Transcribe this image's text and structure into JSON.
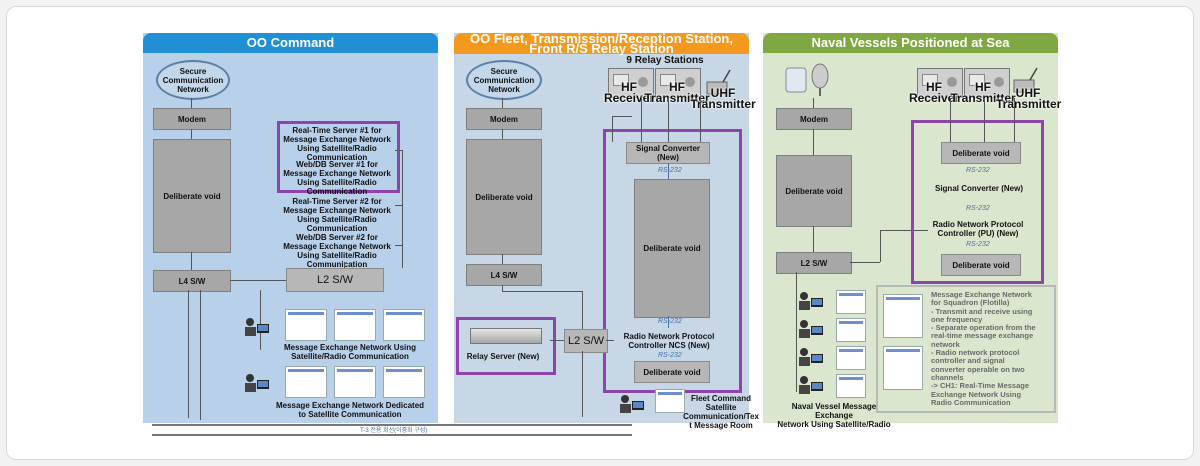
{
  "panels": [
    {
      "title": "OO Command",
      "color": "#1f8fd6"
    },
    {
      "title_line1": "OO Fleet, Transmission/Reception Station,",
      "title_line2": "Front R/S Relay Station",
      "color": "#f39a1e"
    },
    {
      "title": "Naval Vessels Positioned at Sea",
      "color": "#7fa843"
    }
  ],
  "command": {
    "cloud": [
      "Secure",
      "Communication",
      "Network"
    ],
    "modem": "Modem",
    "void": "Deliberate void",
    "l4": "L4 S/W",
    "l2": "L2 S/W",
    "servers": [
      {
        "line1": "Real-Time Server #1 for",
        "line2": "Message Exchange Network",
        "line3": "Using Satellite/Radio",
        "line4": "Communication"
      },
      {
        "line1": "Web/DB Server #1 for",
        "line2": "Message Exchange Network",
        "line3": "Using Satellite/Radio",
        "line4": "Communication"
      },
      {
        "line1": "Real-Time Server #2 for",
        "line2": "Message Exchange Network",
        "line3": "Using Satellite/Radio",
        "line4": "Communication"
      },
      {
        "line1": "Web/DB Server #2 for",
        "line2": "Message Exchange Network",
        "line3": "Using Satellite/Radio",
        "line4": "Communication"
      }
    ],
    "network1": [
      "Message Exchange Network Using",
      "Satellite/Radio Communication"
    ],
    "network2": [
      "Message Exchange Network Dedicated",
      "to Satellite Communication"
    ],
    "bottom_line": "T-3 전용 회선(이중화 구성)"
  },
  "fleet": {
    "relay_count": "9 Relay Stations",
    "hf_receiver": [
      "HF",
      "Receiver"
    ],
    "hf_transmitter": [
      "HF",
      "Transmitter"
    ],
    "uhf_transmitter": [
      "UHF",
      "Transmitter"
    ],
    "cloud": [
      "Secure",
      "Communication",
      "Network"
    ],
    "modem": "Modem",
    "void": "Deliberate void",
    "l4": "L4 S/W",
    "l2": "L2 S/W",
    "signal_converter": "Signal Converter (New)",
    "rs232": "RS-232",
    "center_void": "Deliberate void",
    "ncs": [
      "Radio Network Protocol",
      "Controller NCS (New)"
    ],
    "bottom_void": "Deliberate void",
    "relay_server": "Relay Server (New)",
    "fleet_room": [
      "Fleet Command",
      "Satellite",
      "Communication/Tex",
      "t Message Room"
    ]
  },
  "vessels": {
    "hf_receiver": [
      "HF",
      "Receiver"
    ],
    "hf_transmitter": [
      "HF",
      "Transmitter"
    ],
    "uhf_transmitter": [
      "UHF",
      "Transmitter"
    ],
    "modem": "Modem",
    "void": "Deliberate void",
    "l2": "L2 S/W",
    "top_void": "Deliberate void",
    "signal_converter": "Signal Converter (New)",
    "rs232": "RS-232",
    "pu": [
      "Radio Network Protocol",
      "Controller (PU) (New)"
    ],
    "bottom_void": "Deliberate void",
    "caption": [
      "Naval Vessel Message Exchange",
      "Network Using Satellite/Radio"
    ],
    "notes": [
      "Message Exchange Network",
      "for Squadron (Flotilla)",
      "- Transmit and receive using",
      "one frequency",
      "- Separate operation from the",
      "real-time message exchange",
      "network",
      "- Radio network protocol",
      "controller and signal",
      "converter operable on two",
      "channels",
      "-> CH1: Real-Time Message",
      "Exchange Network Using",
      "Radio Communication"
    ]
  }
}
